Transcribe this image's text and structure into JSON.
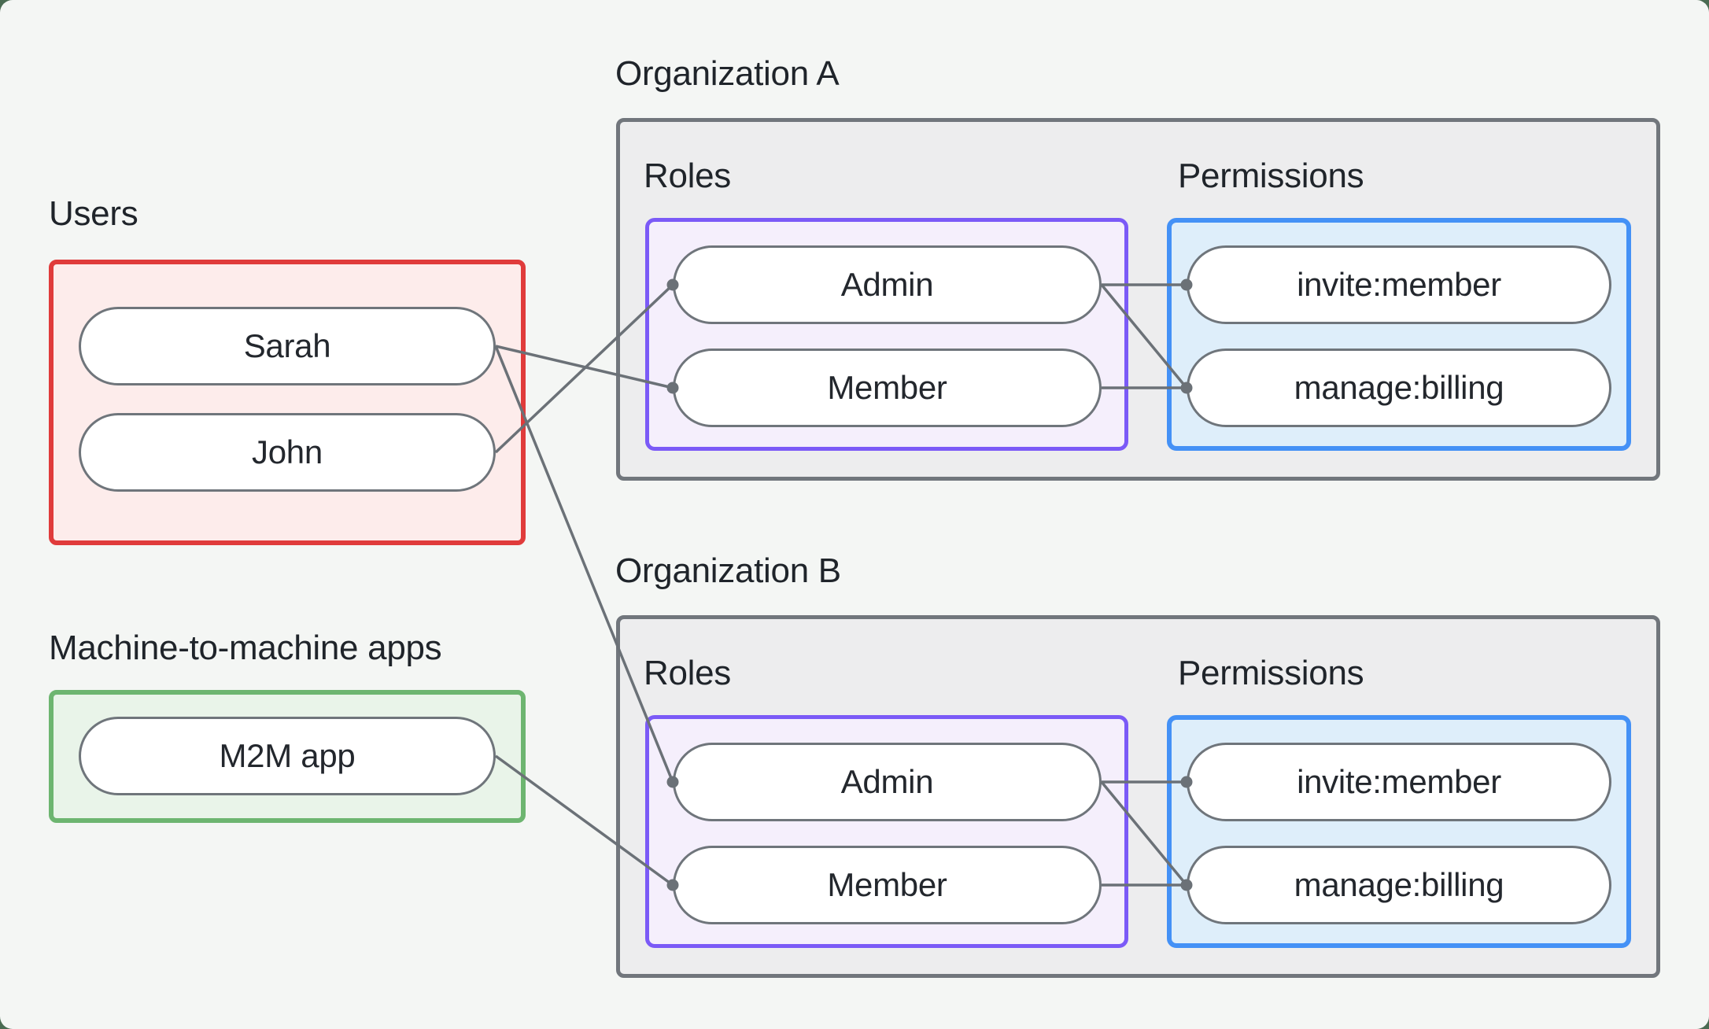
{
  "canvas": {
    "background_color": "#f4f6f4",
    "page_background_color": "#4a6b52"
  },
  "labels": {
    "users": "Users",
    "m2m_apps": "Machine-to-machine apps"
  },
  "groups": {
    "users": {
      "border_color": "#e03b3b",
      "fill_color": "#fdeceb",
      "nodes": [
        "Sarah",
        "John"
      ]
    },
    "m2m": {
      "border_color": "#6db570",
      "fill_color": "#e9f4e9",
      "nodes": [
        "M2M app"
      ]
    }
  },
  "organizations": [
    {
      "title": "Organization A",
      "roles_label": "Roles",
      "permissions_label": "Permissions",
      "roles": [
        "Admin",
        "Member"
      ],
      "permissions": [
        "invite:member",
        "manage:billing"
      ],
      "box_border_color": "#71767c",
      "box_fill_color": "#ededee",
      "roles_border_color": "#7b5af7",
      "roles_fill_color": "#f5effc",
      "permissions_border_color": "#4491f6",
      "permissions_fill_color": "#deeefa"
    },
    {
      "title": "Organization B",
      "roles_label": "Roles",
      "permissions_label": "Permissions",
      "roles": [
        "Admin",
        "Member"
      ],
      "permissions": [
        "invite:member",
        "manage:billing"
      ],
      "box_border_color": "#71767c",
      "box_fill_color": "#ededee",
      "roles_border_color": "#7b5af7",
      "roles_fill_color": "#f5effc",
      "permissions_border_color": "#4491f6",
      "permissions_fill_color": "#deeefa"
    }
  ],
  "connections": [
    {
      "from": "sarah",
      "to": "a-member"
    },
    {
      "from": "john",
      "to": "a-admin"
    },
    {
      "from": "sarah",
      "to": "b-admin"
    },
    {
      "from": "m2m",
      "to": "b-member"
    },
    {
      "from": "a-admin",
      "to": "a-invite"
    },
    {
      "from": "a-admin",
      "to": "a-manage"
    },
    {
      "from": "a-member",
      "to": "a-manage"
    },
    {
      "from": "b-admin",
      "to": "b-invite"
    },
    {
      "from": "b-admin",
      "to": "b-manage"
    },
    {
      "from": "b-member",
      "to": "b-manage"
    }
  ],
  "wire_style": {
    "line_color": "#6b7177",
    "line_width": 3.5,
    "dot_color": "#6b7177",
    "dot_radius": 7.5
  },
  "node_style": {
    "border_color": "#6f757b",
    "fill_color": "#ffffff",
    "text_color": "#23272d"
  }
}
